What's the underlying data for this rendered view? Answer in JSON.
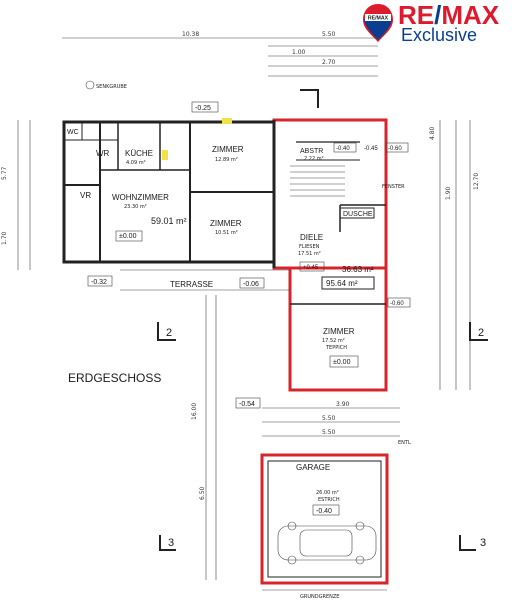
{
  "brand": {
    "re": "RE",
    "slash": "/",
    "max": "MAX",
    "tagline": "Exclusive",
    "balloon_text": "RE/MAX",
    "colors": {
      "red": "#dc1c2e",
      "blue": "#0a3f8f"
    }
  },
  "floor": {
    "title": "ERDGESCHOSS"
  },
  "rooms": {
    "wc": "WC",
    "wr": "WR",
    "kueche": "KÜCHE",
    "kueche_area": "4.09 m²",
    "zimmer1": "ZIMMER",
    "zimmer1_area": "12.89 m²",
    "vr": "VR",
    "wohnzimmer": "WOHNZIMMER",
    "wohnzimmer_area": "23.30 m²",
    "zimmer2": "ZIMMER",
    "zimmer2_area": "10.51 m²",
    "abstr": "ABSTR",
    "abstr_area": "2.22 m²",
    "dusche": "DUSCHE",
    "diele": "DIELE",
    "diele_sub": "FLIESEN",
    "diele_area": "17.51 m²",
    "zimmer3": "ZIMMER",
    "zimmer3_area": "17.52 m²",
    "zimmer3_sub": "TEPPICH",
    "garage": "GARAGE",
    "garage_area": "26.00 m²",
    "garage_sub": "ESTRICH",
    "terrasse": "TERRASSE",
    "senkgrube": "SENKGRUBE",
    "fenster": "FENSTER",
    "grundgrenze": "GRUNDGRENZE",
    "entl": "ENTL"
  },
  "totals": {
    "area_left": "59.01 m²",
    "area_right": "36.63 m²",
    "area_total": "95.64 m²"
  },
  "levels": {
    "l1": "-0.25",
    "l2": "±0.00",
    "l3": "-0.32",
    "l4": "-0.06",
    "l5": "-0.40",
    "l6": "-0.45",
    "l7": "-0.60",
    "l8": "-0.54",
    "l9": "±0.00",
    "l10": "-0.40",
    "l11": "+0.45",
    "l12": "-0.60"
  },
  "sections": {
    "s2": "2",
    "s3": "3"
  },
  "dims": {
    "top_total": "10.38",
    "top_right": "5.50",
    "left_a": "5.77",
    "left_b": "1.70",
    "mid": "5.50",
    "mid2": "3.90",
    "garage_w": "5.50",
    "r1": "1.00",
    "r2": "2.70",
    "r3": "4.80",
    "r4": "1.90",
    "r5": "12.70",
    "r6": "6.50",
    "r7": "16.00"
  }
}
